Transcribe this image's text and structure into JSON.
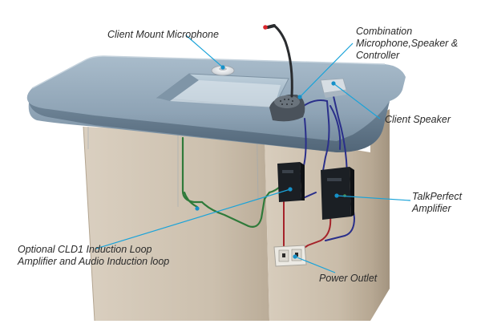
{
  "labels": {
    "client_mount_mic": "Client Mount Microphone",
    "combination": [
      "Combination",
      "Microphone,Speaker &",
      "Controller"
    ],
    "client_speaker": "Client Speaker",
    "talkperfect": [
      "TalkPerfect",
      "Amplifier"
    ],
    "induction": [
      "Optional CLD1 Induction Loop",
      "Amplifier and Audio Induction loop"
    ],
    "power_outlet": "Power Outlet"
  },
  "colors": {
    "callout_line": "#1aa3d9",
    "callout_dot": "#1590c8",
    "counter_top": "#7d93a6",
    "cabinet": "#cbbfae",
    "induction_wire": "#2f7a3a",
    "power_wire": "#a5232a",
    "audio_wire": "#2a2f8a",
    "mic_tip": "#d9262c"
  },
  "icons": [
    "microphone-icon",
    "speaker-icon",
    "amplifier-icon",
    "power-outlet-icon",
    "induction-loop-icon"
  ]
}
